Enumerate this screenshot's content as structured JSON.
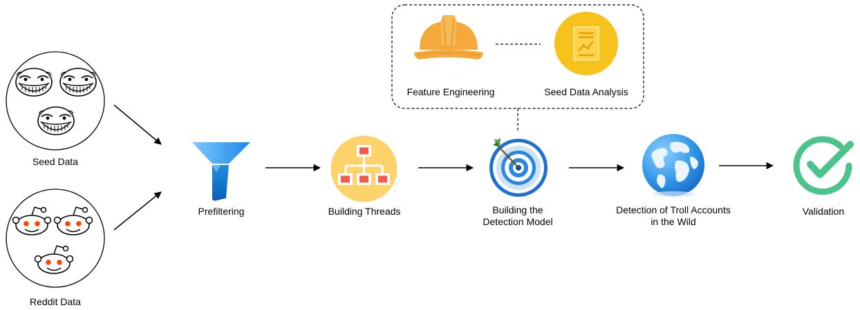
{
  "labels": {
    "seed_data": "Seed Data",
    "reddit_data": "Reddit Data",
    "prefiltering": "Prefiltering",
    "building_threads": "Building Threads",
    "building_model": "Building the\nDetection Model",
    "detection_wild": "Detection of Troll Accounts\nin the Wild",
    "validation": "Validation",
    "feature_engineering": "Feature Engineering",
    "seed_data_analysis": "Seed Data Analysis"
  },
  "icons": {
    "seed_group": "troll-face-icon",
    "reddit_group": "reddit-alien-icon",
    "prefiltering": "funnel-icon",
    "building_threads": "hierarchy-icon",
    "building_model": "target-icon",
    "detection_wild": "globe-icon",
    "validation": "check-circle-icon",
    "feature_engineering": "hard-hat-icon",
    "seed_data_analysis": "report-icon"
  },
  "colors": {
    "funnel": "#1f8fe0",
    "threads_bg": "#ffd36b",
    "threads_box": "#f25a4a",
    "target_bg": "#cfe3f7",
    "globe_ocean": "#2f96e8",
    "globe_land": "#eaf5ff",
    "check": "#4cc38a",
    "hat": "#f4a93a",
    "report_bg": "#f7c21b",
    "reddit_eye": "#ff4500"
  }
}
